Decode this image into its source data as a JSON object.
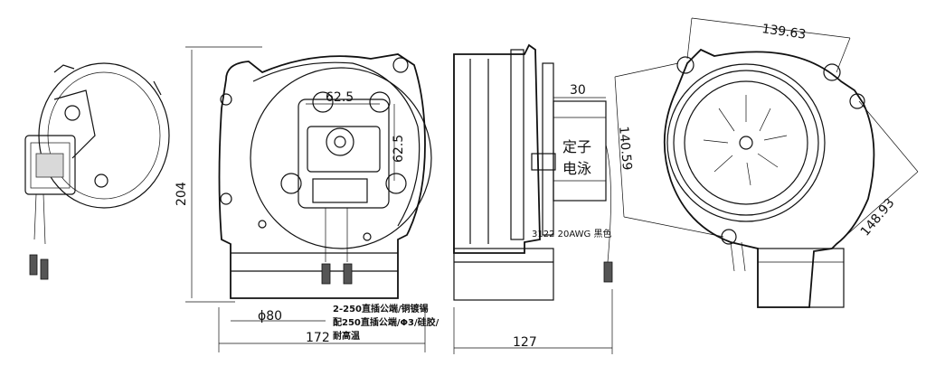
{
  "dimensions": {
    "top_view_width": "62.5",
    "top_view_height": "62.5",
    "front_height": "204",
    "front_width": "172",
    "outlet_diameter": "ϕ80",
    "side_width": "127",
    "side_stator_width": "30",
    "right_diag_top": "139.63",
    "right_diag_left": "140.59",
    "right_diag_bottom": "148.93"
  },
  "labels": {
    "stator_line1": "定子",
    "stator_line2": "电泳",
    "wire_spec": "3122 20AWG 黑色",
    "terminal_note_1": "2-250直插公端/铜镀锡",
    "terminal_note_2": "配250直插公端/Φ3/硅胶/",
    "terminal_note_3": "耐高温"
  }
}
